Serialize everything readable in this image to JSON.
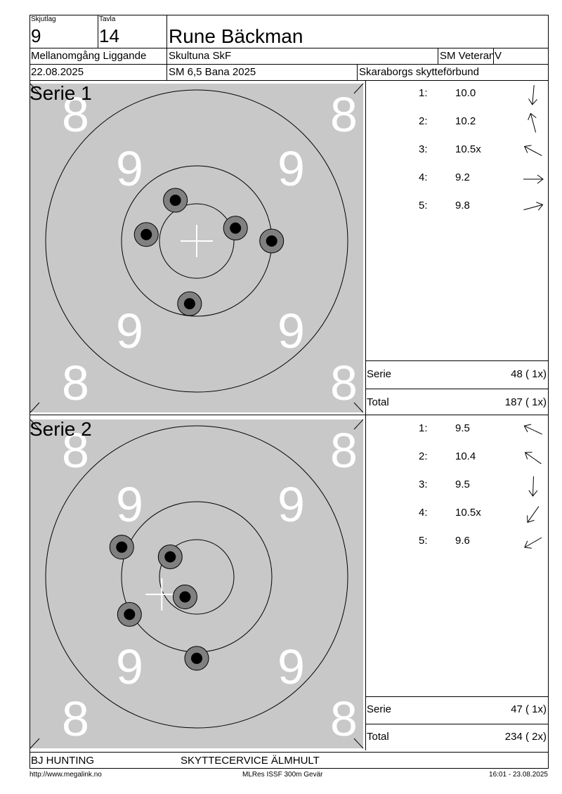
{
  "header": {
    "skjutlag_label": "Skjutlag",
    "skjutlag_value": "9",
    "tavla_label": "Tavla",
    "tavla_value": "14",
    "shooter_name": "Rune Bäckman",
    "row2_competition": "Mellanomgång Liggande",
    "row2_club": "Skultuna SkF",
    "row2_class": "SM Veteran",
    "row2_class_code": "V",
    "row3_date": "22.08.2025",
    "row3_event": "SM 6,5 Bana 2025",
    "row3_organizer": "Skaraborgs skytteförbund"
  },
  "target_numbers": {
    "eight": "8",
    "nine": "9"
  },
  "series": [
    {
      "label": "Serie 1",
      "shots": [
        {
          "no": "1:",
          "value": "10.0",
          "arrow_angle_deg": 95
        },
        {
          "no": "2:",
          "value": "10.2",
          "arrow_angle_deg": -105
        },
        {
          "no": "3:",
          "value": "10.5x",
          "arrow_angle_deg": -152
        },
        {
          "no": "4:",
          "value": "9.2",
          "arrow_angle_deg": 0
        },
        {
          "no": "5:",
          "value": "9.8",
          "arrow_angle_deg": -15
        }
      ],
      "hits": [
        {
          "label": "hit-1",
          "x": -0.55,
          "y": 4.85
        },
        {
          "label": "hit-2",
          "x": -1.65,
          "y": -3.15
        },
        {
          "label": "hit-3",
          "x": -3.9,
          "y": -0.5
        },
        {
          "label": "hit-4",
          "x": 3.0,
          "y": -1.0
        },
        {
          "label": "hit-5",
          "x": 5.8,
          "y": 0.0
        }
      ],
      "center_mark": {
        "x": 0.0,
        "y": 0.0
      },
      "serie_label": "Serie",
      "serie_value": "48 ( 1x)",
      "total_label": "Total",
      "total_value": "187 ( 1x)"
    },
    {
      "label": "Serie 2",
      "shots": [
        {
          "no": "1:",
          "value": "9.5",
          "arrow_angle_deg": -155
        },
        {
          "no": "2:",
          "value": "10.4",
          "arrow_angle_deg": -145
        },
        {
          "no": "3:",
          "value": "9.5",
          "arrow_angle_deg": 92
        },
        {
          "no": "4:",
          "value": "10.5x",
          "arrow_angle_deg": 125
        },
        {
          "no": "5:",
          "value": "9.6",
          "arrow_angle_deg": 150
        }
      ],
      "hits": [
        {
          "label": "hit-1",
          "x": -5.8,
          "y": -2.3
        },
        {
          "label": "hit-2",
          "x": -2.05,
          "y": -1.55
        },
        {
          "label": "hit-3",
          "x": -0.9,
          "y": 1.55
        },
        {
          "label": "hit-4",
          "x": -5.2,
          "y": 2.9
        },
        {
          "label": "hit-5",
          "x": 0.0,
          "y": 6.3
        }
      ],
      "center_mark": {
        "x": -2.7,
        "y": 1.35
      },
      "serie_label": "Serie",
      "serie_value": "47 ( 1x)",
      "total_label": "Total",
      "total_value": "234 ( 2x)"
    }
  ],
  "footer": {
    "sponsor1": "BJ HUNTING",
    "sponsor2": "SKYTTECERVICE ÄLMHULT",
    "url": "http://www.megalink.no",
    "software": "MLRes ISSF 300m Gevär",
    "timestamp": "16:01 - 23.08.2025"
  },
  "colors": {
    "target_bg": "#c8c8c8",
    "ring": "#000000",
    "numbers": "#ffffff",
    "hit_outer": "#808080",
    "hit_inner": "#000000"
  }
}
